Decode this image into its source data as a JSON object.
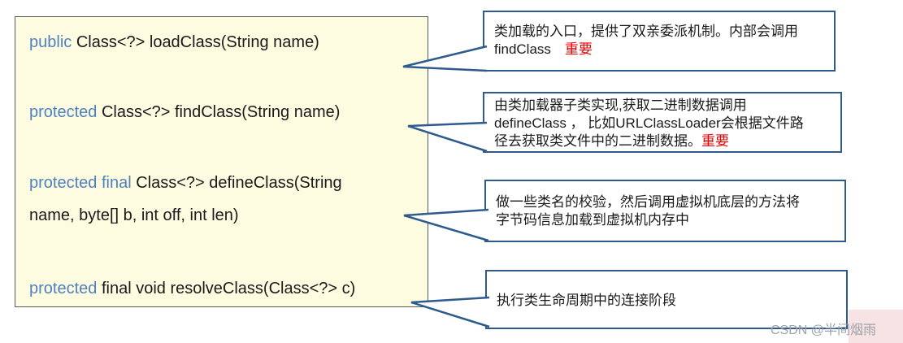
{
  "diagram": {
    "code_panel": {
      "lines": [
        {
          "keyword": "public",
          "rest": " Class<?> loadClass(String name)"
        },
        {
          "keyword": "protected",
          "rest": " Class<?> findClass(String name)"
        },
        {
          "keyword": "protected final",
          "rest": " Class<?> defineClass(String"
        },
        {
          "keyword": "",
          "rest": "name, byte[] b, int off, int len)"
        },
        {
          "keyword": "protected",
          "rest": " final void resolveClass(Class<?> c)"
        }
      ]
    },
    "callouts": [
      {
        "text": "类加载的入口，提供了双亲委派机制。内部会调用\nfindClass　",
        "important": "重要"
      },
      {
        "text": "由类加载器子类实现,获取二进制数据调用\ndefineClass ， 比如URLClassLoader会根据文件路\n径去获取类文件中的二进制数据。",
        "important": "重要"
      },
      {
        "text": "做一些类名的校验，然后调用虚拟机底层的方法将\n字节码信息加载到虚拟机内存中",
        "important": ""
      },
      {
        "text": "执行类生命周期中的连接阶段",
        "important": ""
      }
    ],
    "watermark": "CSDN @半间烟雨",
    "colors": {
      "keyword": "#4F81BD",
      "code_text": "#1A1A1A",
      "panel_fill": "#FDFCE0",
      "panel_border": "#595959",
      "callout_border": "#2E5B8C",
      "important": "#EE0000",
      "watermark": "#9CA3AB"
    }
  }
}
